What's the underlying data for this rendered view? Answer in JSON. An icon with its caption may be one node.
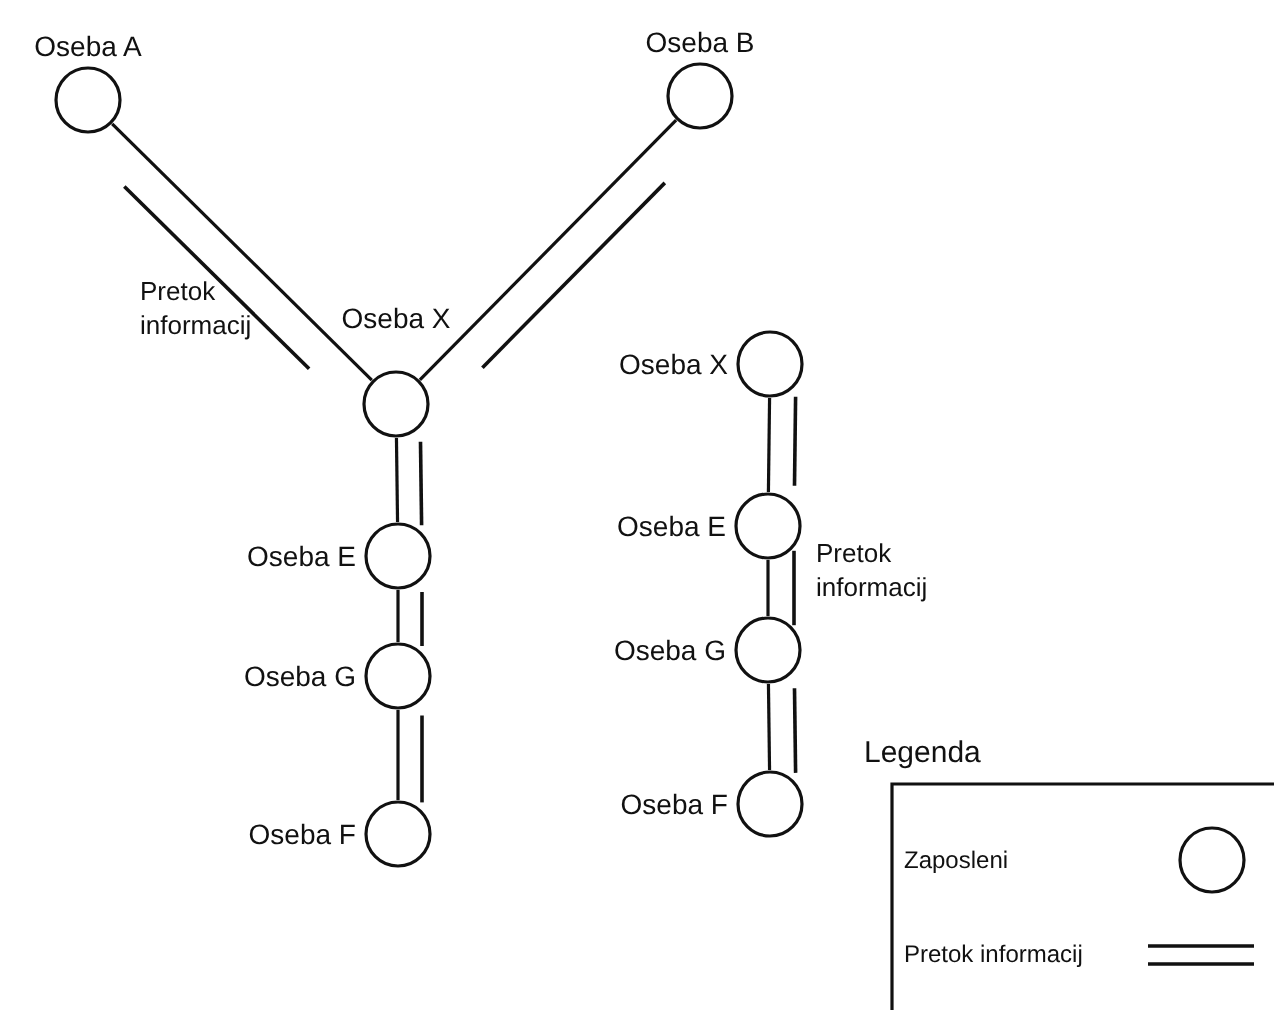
{
  "diagram": {
    "nodes": [
      {
        "text": [
          "Oseba A"
        ]
      },
      {
        "text": [
          "Oseba B"
        ]
      },
      {
        "text": [
          "Oseba X"
        ]
      },
      {
        "text": [
          "Oseba E"
        ]
      },
      {
        "text": [
          "Oseba G"
        ]
      },
      {
        "text": [
          "Oseba F"
        ]
      },
      {
        "text": [
          "Oseba X"
        ]
      },
      {
        "text": [
          "Oseba E"
        ]
      },
      {
        "text": [
          "Oseba G"
        ]
      },
      {
        "text": [
          "Oseba F"
        ]
      }
    ],
    "edges": [
      {
        "from": 0,
        "to": 2,
        "arrow": "none"
      },
      {
        "from": 1,
        "to": 2,
        "arrow": "none"
      },
      {
        "from": 2,
        "to": 3,
        "arrow": "none"
      },
      {
        "from": 3,
        "to": 4,
        "arrow": "none"
      },
      {
        "from": 4,
        "to": 5,
        "arrow": "none"
      },
      {
        "from": 6,
        "to": 7,
        "arrow": "none"
      },
      {
        "from": 7,
        "to": 8,
        "arrow": "none"
      },
      {
        "from": 8,
        "to": 9,
        "arrow": "none"
      }
    ],
    "labels": [
      "Pretok informacij",
      "Pretok informacij",
      "Legenda"
    ],
    "legend": [
      {
        "text": "Zaposleni"
      },
      {
        "text": "Pretok informacij"
      }
    ]
  }
}
